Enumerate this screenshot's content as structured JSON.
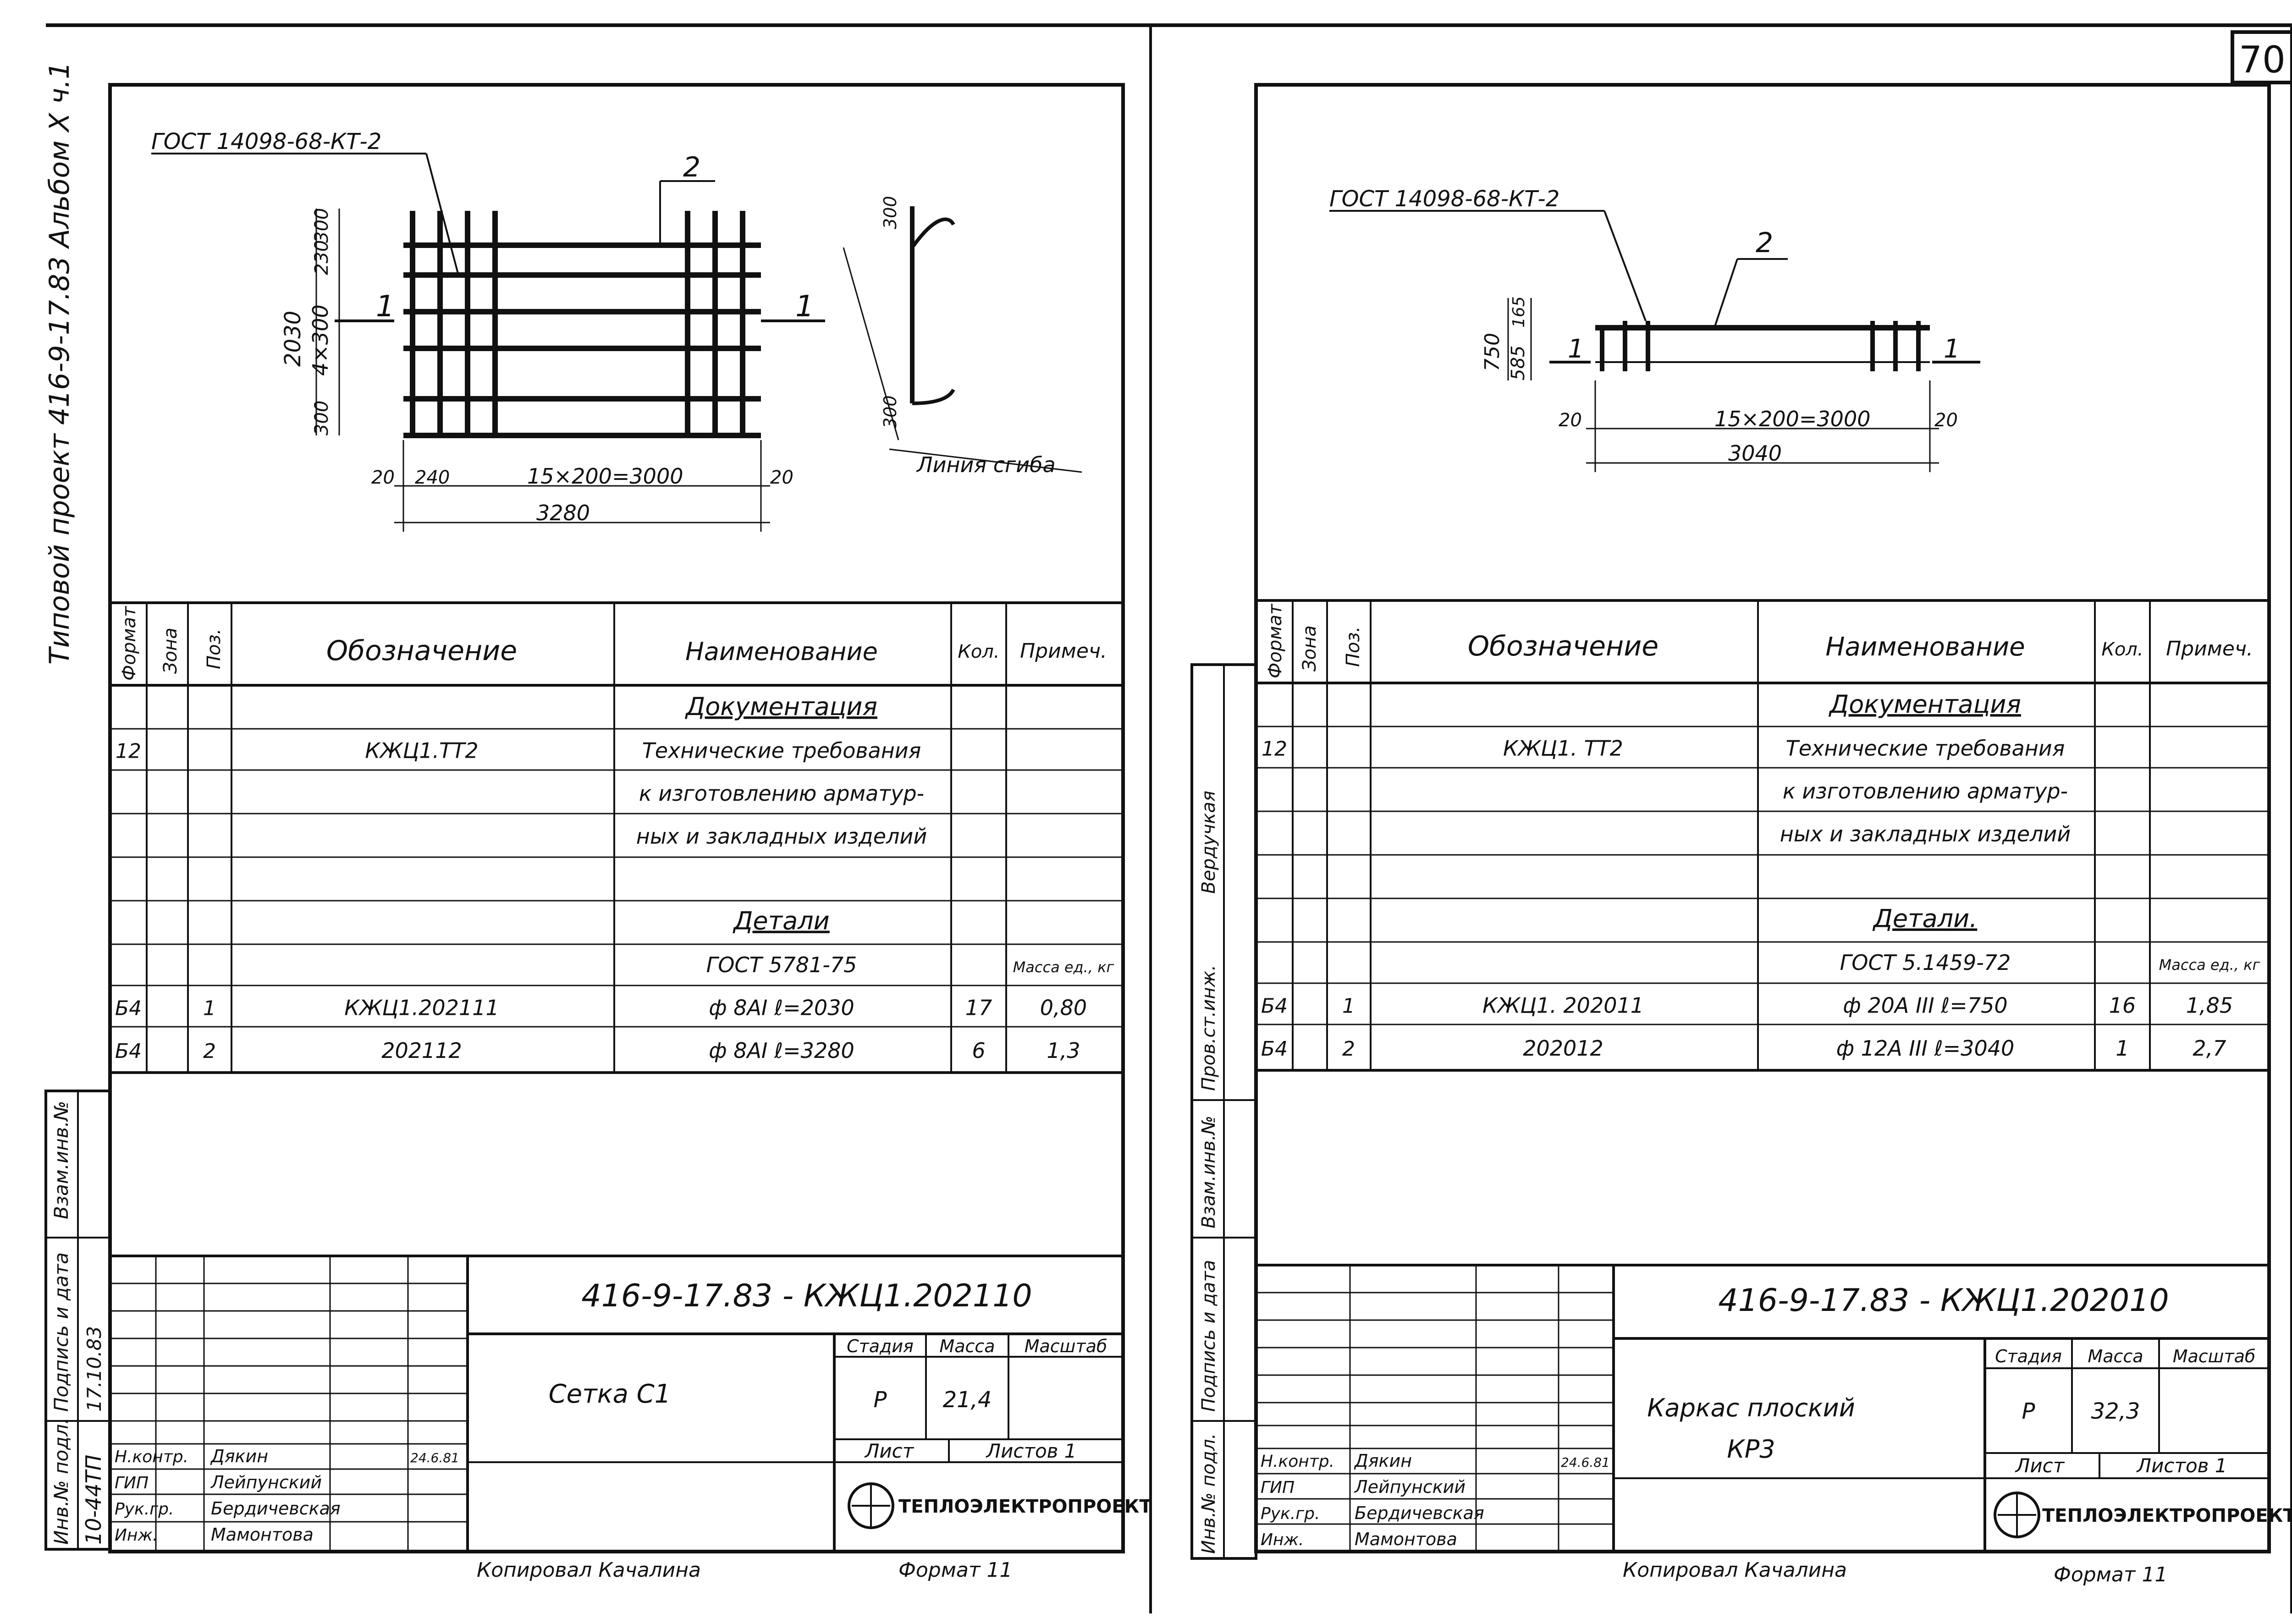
{
  "page_number": "70",
  "side_margin": {
    "album": "Типовой проект 416-9-17.83   Альбом X ч.1",
    "columns": [
      "Взам.инв.№",
      "Подпись и дата",
      "Инв.№ подл."
    ],
    "sign_date": "17.10.83",
    "inv_no": "10-44ТП",
    "checker_label": "Пров.ст.инж.",
    "checker_name": "Вердучкая"
  },
  "sheets": [
    {
      "drawing": {
        "gost": "ГОСТ 14098-68-КТ-2",
        "pos_callout": "2",
        "section_mark": "1",
        "height_total": "2030",
        "height_mid": "4×300",
        "dim_300": "300",
        "dim_230": "230",
        "dim_left_bottom": "300",
        "dim_right_top": "300",
        "dim_right_bottom": "300",
        "dim_20_left": "20",
        "dim_240": "240",
        "dim_span": "15×200=3000",
        "dim_20_right": "20",
        "dim_total": "3280",
        "bend_line": "Линия сгиба"
      },
      "table": {
        "headers": [
          "Формат",
          "Зона",
          "Поз.",
          "Обозначение",
          "Наименование",
          "Кол.",
          "Примеч."
        ],
        "rows": [
          {
            "format": "",
            "zone": "",
            "pos": "",
            "designation": "",
            "name": "Документация",
            "qty": "",
            "note": "",
            "heading": true
          },
          {
            "format": "12",
            "zone": "",
            "pos": "",
            "designation": "КЖЦ1.ТТ2",
            "name": "Технические требования",
            "qty": "",
            "note": ""
          },
          {
            "format": "",
            "zone": "",
            "pos": "",
            "designation": "",
            "name": "к изготовлению арматур-",
            "qty": "",
            "note": ""
          },
          {
            "format": "",
            "zone": "",
            "pos": "",
            "designation": "",
            "name": "ных и закладных изделий",
            "qty": "",
            "note": ""
          },
          {
            "format": "",
            "zone": "",
            "pos": "",
            "designation": "",
            "name": "",
            "qty": "",
            "note": ""
          },
          {
            "format": "",
            "zone": "",
            "pos": "",
            "designation": "",
            "name": "Детали",
            "qty": "",
            "note": "",
            "heading": true
          },
          {
            "format": "",
            "zone": "",
            "pos": "",
            "designation": "",
            "name": "ГОСТ 5781-75",
            "qty": "",
            "note": "Масса ед., кг"
          },
          {
            "format": "Б4",
            "zone": "",
            "pos": "1",
            "designation": "КЖЦ1.202111",
            "name": "ф 8АI  ℓ=2030",
            "qty": "17",
            "note": "0,80"
          },
          {
            "format": "Б4",
            "zone": "",
            "pos": "2",
            "designation": "202112",
            "name": "ф 8АI  ℓ=3280",
            "qty": "6",
            "note": "1,3"
          }
        ]
      },
      "title_block": {
        "code": "416-9-17.83 - КЖЦ1.202110",
        "name": "Сетка С1",
        "name_line2": "",
        "stage_label": "Стадия",
        "mass_label": "Масса",
        "scale_label": "Масштаб",
        "stage": "Р",
        "mass": "21,4",
        "scale": "",
        "sheet_label": "Лист",
        "sheets_label": "Листов 1",
        "org": "ТЕПЛОЭЛЕКТРОПРОЕКТ",
        "roles": [
          {
            "role": "Н.контр.",
            "name": "Дякин",
            "date": "24.6.81"
          },
          {
            "role": "ГИП",
            "name": "Лейпунский",
            "date": ""
          },
          {
            "role": "Рук.гр.",
            "name": "Бердичевская",
            "date": ""
          },
          {
            "role": "Инж.",
            "name": "Мамонтова",
            "date": ""
          }
        ],
        "copied": "Копировал  Качалина",
        "format": "Формат 11"
      }
    },
    {
      "drawing": {
        "gost": "ГОСТ 14098-68-КТ-2",
        "pos_callout": "2",
        "section_mark": "1",
        "height_total": "750",
        "height_mid": "585",
        "dim_165": "165",
        "dim_20_left": "20",
        "dim_span": "15×200=3000",
        "dim_20_right": "20",
        "dim_total": "3040"
      },
      "table": {
        "headers": [
          "Формат",
          "Зона",
          "Поз.",
          "Обозначение",
          "Наименование",
          "Кол.",
          "Примеч."
        ],
        "rows": [
          {
            "format": "",
            "zone": "",
            "pos": "",
            "designation": "",
            "name": "Документация",
            "qty": "",
            "note": "",
            "heading": true
          },
          {
            "format": "12",
            "zone": "",
            "pos": "",
            "designation": "КЖЦ1. ТТ2",
            "name": "Технические требования",
            "qty": "",
            "note": ""
          },
          {
            "format": "",
            "zone": "",
            "pos": "",
            "designation": "",
            "name": "к изготовлению арматур-",
            "qty": "",
            "note": ""
          },
          {
            "format": "",
            "zone": "",
            "pos": "",
            "designation": "",
            "name": "ных и закладных изделий",
            "qty": "",
            "note": ""
          },
          {
            "format": "",
            "zone": "",
            "pos": "",
            "designation": "",
            "name": "",
            "qty": "",
            "note": ""
          },
          {
            "format": "",
            "zone": "",
            "pos": "",
            "designation": "",
            "name": "Детали.",
            "qty": "",
            "note": "",
            "heading": true
          },
          {
            "format": "",
            "zone": "",
            "pos": "",
            "designation": "",
            "name": "ГОСТ 5.1459-72",
            "qty": "",
            "note": "Масса ед., кг"
          },
          {
            "format": "Б4",
            "zone": "",
            "pos": "1",
            "designation": "КЖЦ1. 202011",
            "name": "ф 20А III  ℓ=750",
            "qty": "16",
            "note": "1,85"
          },
          {
            "format": "Б4",
            "zone": "",
            "pos": "2",
            "designation": "202012",
            "name": "ф 12А III  ℓ=3040",
            "qty": "1",
            "note": "2,7"
          }
        ]
      },
      "title_block": {
        "code": "416-9-17.83 - КЖЦ1.202010",
        "name": "Каркас плоский",
        "name_line2": "КР3",
        "stage_label": "Стадия",
        "mass_label": "Масса",
        "scale_label": "Масштаб",
        "stage": "Р",
        "mass": "32,3",
        "scale": "",
        "sheet_label": "Лист",
        "sheets_label": "Листов 1",
        "org": "ТЕПЛОЭЛЕКТРОПРОЕКТ",
        "roles": [
          {
            "role": "Н.контр.",
            "name": "Дякин",
            "date": "24.6.81"
          },
          {
            "role": "ГИП",
            "name": "Лейпунский",
            "date": ""
          },
          {
            "role": "Рук.гр.",
            "name": "Бердичевская",
            "date": ""
          },
          {
            "role": "Инж.",
            "name": "Мамонтова",
            "date": ""
          }
        ],
        "copied": "Копировал  Качалина",
        "format": "Формат 11"
      }
    }
  ]
}
